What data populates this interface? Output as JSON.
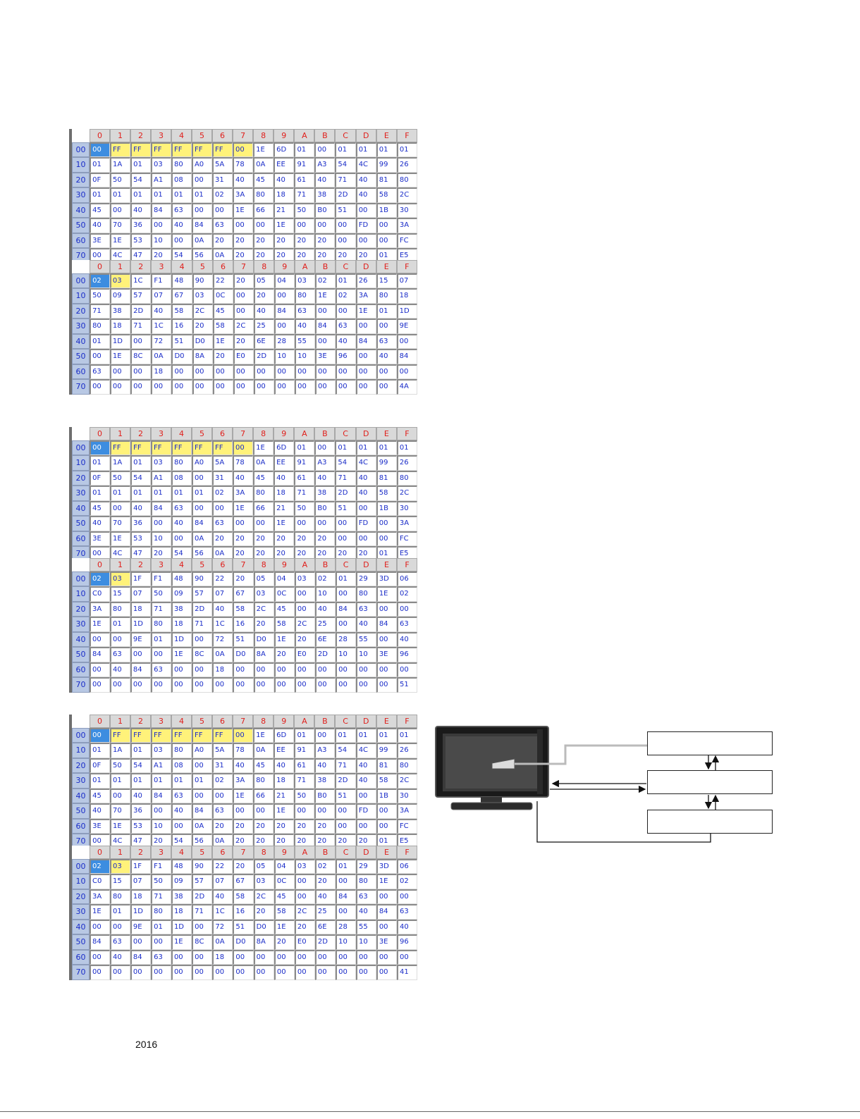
{
  "columns": [
    "0",
    "1",
    "2",
    "3",
    "4",
    "5",
    "6",
    "7",
    "8",
    "9",
    "A",
    "B",
    "C",
    "D",
    "E",
    "F"
  ],
  "rows": [
    "00",
    "10",
    "20",
    "30",
    "40",
    "50",
    "60",
    "70"
  ],
  "blocks": [
    {
      "id": "block-1-0",
      "highlight_blue": [
        0
      ],
      "highlight_yellow": [
        1,
        2,
        3,
        4,
        5,
        6,
        7
      ],
      "cells": [
        [
          "00",
          "FF",
          "FF",
          "FF",
          "FF",
          "FF",
          "FF",
          "00",
          "1E",
          "6D",
          "01",
          "00",
          "01",
          "01",
          "01",
          "01"
        ],
        [
          "01",
          "1A",
          "01",
          "03",
          "80",
          "A0",
          "5A",
          "78",
          "0A",
          "EE",
          "91",
          "A3",
          "54",
          "4C",
          "99",
          "26"
        ],
        [
          "0F",
          "50",
          "54",
          "A1",
          "08",
          "00",
          "31",
          "40",
          "45",
          "40",
          "61",
          "40",
          "71",
          "40",
          "81",
          "80"
        ],
        [
          "01",
          "01",
          "01",
          "01",
          "01",
          "01",
          "02",
          "3A",
          "80",
          "18",
          "71",
          "38",
          "2D",
          "40",
          "58",
          "2C"
        ],
        [
          "45",
          "00",
          "40",
          "84",
          "63",
          "00",
          "00",
          "1E",
          "66",
          "21",
          "50",
          "B0",
          "51",
          "00",
          "1B",
          "30"
        ],
        [
          "40",
          "70",
          "36",
          "00",
          "40",
          "84",
          "63",
          "00",
          "00",
          "1E",
          "00",
          "00",
          "00",
          "FD",
          "00",
          "3A"
        ],
        [
          "3E",
          "1E",
          "53",
          "10",
          "00",
          "0A",
          "20",
          "20",
          "20",
          "20",
          "20",
          "20",
          "00",
          "00",
          "00",
          "FC"
        ],
        [
          "00",
          "4C",
          "47",
          "20",
          "54",
          "56",
          "0A",
          "20",
          "20",
          "20",
          "20",
          "20",
          "20",
          "20",
          "01",
          "E5"
        ]
      ]
    },
    {
      "id": "block-1-1",
      "highlight_blue": [
        0
      ],
      "highlight_yellow": [
        1
      ],
      "cells": [
        [
          "02",
          "03",
          "1C",
          "F1",
          "48",
          "90",
          "22",
          "20",
          "05",
          "04",
          "03",
          "02",
          "01",
          "26",
          "15",
          "07"
        ],
        [
          "50",
          "09",
          "57",
          "07",
          "67",
          "03",
          "0C",
          "00",
          "20",
          "00",
          "80",
          "1E",
          "02",
          "3A",
          "80",
          "18"
        ],
        [
          "71",
          "38",
          "2D",
          "40",
          "58",
          "2C",
          "45",
          "00",
          "40",
          "84",
          "63",
          "00",
          "00",
          "1E",
          "01",
          "1D"
        ],
        [
          "80",
          "18",
          "71",
          "1C",
          "16",
          "20",
          "58",
          "2C",
          "25",
          "00",
          "40",
          "84",
          "63",
          "00",
          "00",
          "9E"
        ],
        [
          "01",
          "1D",
          "00",
          "72",
          "51",
          "D0",
          "1E",
          "20",
          "6E",
          "28",
          "55",
          "00",
          "40",
          "84",
          "63",
          "00"
        ],
        [
          "00",
          "1E",
          "8C",
          "0A",
          "D0",
          "8A",
          "20",
          "E0",
          "2D",
          "10",
          "10",
          "3E",
          "96",
          "00",
          "40",
          "84"
        ],
        [
          "63",
          "00",
          "00",
          "18",
          "00",
          "00",
          "00",
          "00",
          "00",
          "00",
          "00",
          "00",
          "00",
          "00",
          "00",
          "00"
        ],
        [
          "00",
          "00",
          "00",
          "00",
          "00",
          "00",
          "00",
          "00",
          "00",
          "00",
          "00",
          "00",
          "00",
          "00",
          "00",
          "4A"
        ]
      ]
    },
    {
      "id": "block-2-0",
      "highlight_blue": [
        0
      ],
      "highlight_yellow": [
        1,
        2,
        3,
        4,
        5,
        6,
        7
      ],
      "cells": [
        [
          "00",
          "FF",
          "FF",
          "FF",
          "FF",
          "FF",
          "FF",
          "00",
          "1E",
          "6D",
          "01",
          "00",
          "01",
          "01",
          "01",
          "01"
        ],
        [
          "01",
          "1A",
          "01",
          "03",
          "80",
          "A0",
          "5A",
          "78",
          "0A",
          "EE",
          "91",
          "A3",
          "54",
          "4C",
          "99",
          "26"
        ],
        [
          "0F",
          "50",
          "54",
          "A1",
          "08",
          "00",
          "31",
          "40",
          "45",
          "40",
          "61",
          "40",
          "71",
          "40",
          "81",
          "80"
        ],
        [
          "01",
          "01",
          "01",
          "01",
          "01",
          "01",
          "02",
          "3A",
          "80",
          "18",
          "71",
          "38",
          "2D",
          "40",
          "58",
          "2C"
        ],
        [
          "45",
          "00",
          "40",
          "84",
          "63",
          "00",
          "00",
          "1E",
          "66",
          "21",
          "50",
          "B0",
          "51",
          "00",
          "1B",
          "30"
        ],
        [
          "40",
          "70",
          "36",
          "00",
          "40",
          "84",
          "63",
          "00",
          "00",
          "1E",
          "00",
          "00",
          "00",
          "FD",
          "00",
          "3A"
        ],
        [
          "3E",
          "1E",
          "53",
          "10",
          "00",
          "0A",
          "20",
          "20",
          "20",
          "20",
          "20",
          "20",
          "00",
          "00",
          "00",
          "FC"
        ],
        [
          "00",
          "4C",
          "47",
          "20",
          "54",
          "56",
          "0A",
          "20",
          "20",
          "20",
          "20",
          "20",
          "20",
          "20",
          "01",
          "E5"
        ]
      ]
    },
    {
      "id": "block-2-1",
      "highlight_blue": [
        0
      ],
      "highlight_yellow": [
        1
      ],
      "cells": [
        [
          "02",
          "03",
          "1F",
          "F1",
          "48",
          "90",
          "22",
          "20",
          "05",
          "04",
          "03",
          "02",
          "01",
          "29",
          "3D",
          "06"
        ],
        [
          "C0",
          "15",
          "07",
          "50",
          "09",
          "57",
          "07",
          "67",
          "03",
          "0C",
          "00",
          "10",
          "00",
          "80",
          "1E",
          "02"
        ],
        [
          "3A",
          "80",
          "18",
          "71",
          "38",
          "2D",
          "40",
          "58",
          "2C",
          "45",
          "00",
          "40",
          "84",
          "63",
          "00",
          "00"
        ],
        [
          "1E",
          "01",
          "1D",
          "80",
          "18",
          "71",
          "1C",
          "16",
          "20",
          "58",
          "2C",
          "25",
          "00",
          "40",
          "84",
          "63"
        ],
        [
          "00",
          "00",
          "9E",
          "01",
          "1D",
          "00",
          "72",
          "51",
          "D0",
          "1E",
          "20",
          "6E",
          "28",
          "55",
          "00",
          "40"
        ],
        [
          "84",
          "63",
          "00",
          "00",
          "1E",
          "8C",
          "0A",
          "D0",
          "8A",
          "20",
          "E0",
          "2D",
          "10",
          "10",
          "3E",
          "96"
        ],
        [
          "00",
          "40",
          "84",
          "63",
          "00",
          "00",
          "18",
          "00",
          "00",
          "00",
          "00",
          "00",
          "00",
          "00",
          "00",
          "00"
        ],
        [
          "00",
          "00",
          "00",
          "00",
          "00",
          "00",
          "00",
          "00",
          "00",
          "00",
          "00",
          "00",
          "00",
          "00",
          "00",
          "51"
        ]
      ]
    },
    {
      "id": "block-3-0",
      "highlight_blue": [
        0
      ],
      "highlight_yellow": [
        1,
        2,
        3,
        4,
        5,
        6,
        7
      ],
      "cells": [
        [
          "00",
          "FF",
          "FF",
          "FF",
          "FF",
          "FF",
          "FF",
          "00",
          "1E",
          "6D",
          "01",
          "00",
          "01",
          "01",
          "01",
          "01"
        ],
        [
          "01",
          "1A",
          "01",
          "03",
          "80",
          "A0",
          "5A",
          "78",
          "0A",
          "EE",
          "91",
          "A3",
          "54",
          "4C",
          "99",
          "26"
        ],
        [
          "0F",
          "50",
          "54",
          "A1",
          "08",
          "00",
          "31",
          "40",
          "45",
          "40",
          "61",
          "40",
          "71",
          "40",
          "81",
          "80"
        ],
        [
          "01",
          "01",
          "01",
          "01",
          "01",
          "01",
          "02",
          "3A",
          "80",
          "18",
          "71",
          "38",
          "2D",
          "40",
          "58",
          "2C"
        ],
        [
          "45",
          "00",
          "40",
          "84",
          "63",
          "00",
          "00",
          "1E",
          "66",
          "21",
          "50",
          "B0",
          "51",
          "00",
          "1B",
          "30"
        ],
        [
          "40",
          "70",
          "36",
          "00",
          "40",
          "84",
          "63",
          "00",
          "00",
          "1E",
          "00",
          "00",
          "00",
          "FD",
          "00",
          "3A"
        ],
        [
          "3E",
          "1E",
          "53",
          "10",
          "00",
          "0A",
          "20",
          "20",
          "20",
          "20",
          "20",
          "20",
          "00",
          "00",
          "00",
          "FC"
        ],
        [
          "00",
          "4C",
          "47",
          "20",
          "54",
          "56",
          "0A",
          "20",
          "20",
          "20",
          "20",
          "20",
          "20",
          "20",
          "01",
          "E5"
        ]
      ]
    },
    {
      "id": "block-3-1",
      "highlight_blue": [
        0
      ],
      "highlight_yellow": [
        1
      ],
      "cells": [
        [
          "02",
          "03",
          "1F",
          "F1",
          "48",
          "90",
          "22",
          "20",
          "05",
          "04",
          "03",
          "02",
          "01",
          "29",
          "3D",
          "06"
        ],
        [
          "C0",
          "15",
          "07",
          "50",
          "09",
          "57",
          "07",
          "67",
          "03",
          "0C",
          "00",
          "20",
          "00",
          "80",
          "1E",
          "02"
        ],
        [
          "3A",
          "80",
          "18",
          "71",
          "38",
          "2D",
          "40",
          "58",
          "2C",
          "45",
          "00",
          "40",
          "84",
          "63",
          "00",
          "00"
        ],
        [
          "1E",
          "01",
          "1D",
          "80",
          "18",
          "71",
          "1C",
          "16",
          "20",
          "58",
          "2C",
          "25",
          "00",
          "40",
          "84",
          "63"
        ],
        [
          "00",
          "00",
          "9E",
          "01",
          "1D",
          "00",
          "72",
          "51",
          "D0",
          "1E",
          "20",
          "6E",
          "28",
          "55",
          "00",
          "40"
        ],
        [
          "84",
          "63",
          "00",
          "00",
          "1E",
          "8C",
          "0A",
          "D0",
          "8A",
          "20",
          "E0",
          "2D",
          "10",
          "10",
          "3E",
          "96"
        ],
        [
          "00",
          "40",
          "84",
          "63",
          "00",
          "00",
          "18",
          "00",
          "00",
          "00",
          "00",
          "00",
          "00",
          "00",
          "00",
          "00"
        ],
        [
          "00",
          "00",
          "00",
          "00",
          "00",
          "00",
          "00",
          "00",
          "00",
          "00",
          "00",
          "00",
          "00",
          "00",
          "00",
          "41"
        ]
      ]
    }
  ],
  "footer": {
    "year": "2016"
  },
  "colors": {
    "column_header_text": "#e0201c",
    "cell_text": "#1a2cc8",
    "highlight_blue": "#3d8de0",
    "highlight_yellow": "#fff27a",
    "row_header_bg": "#b8c8e4"
  }
}
